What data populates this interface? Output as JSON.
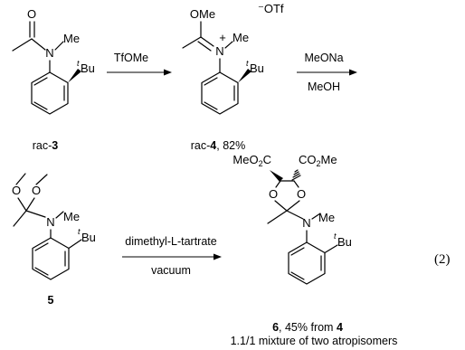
{
  "step1": {
    "reagent": "TfOMe"
  },
  "step2": {
    "reagent_top": "MeONa",
    "reagent_bottom": "MeOH"
  },
  "step3": {
    "reagent_top": "dimethyl-L-tartrate",
    "reagent_bottom": "vacuum"
  },
  "compound3": {
    "prefix": "rac-",
    "number": "3"
  },
  "compound4": {
    "prefix": "rac-",
    "number": "4",
    "yield": ", 82%"
  },
  "compound5": {
    "number": "5"
  },
  "compound6": {
    "number": "6",
    "yield": ", 45% from ",
    "from_number": "4",
    "note": "1.1/1 mixture of two atropisomers"
  },
  "atoms": {
    "O": "O",
    "N": "N",
    "Me": "Me",
    "OMe": "OMe",
    "tBu_prefix": "t",
    "tBu": "Bu",
    "charge_plus": "+",
    "counterion": "⁻OTf",
    "ester_left_a": "MeO",
    "ester_left_sub": "2",
    "ester_left_b": "C",
    "ester_right_a": "CO",
    "ester_right_sub": "2",
    "ester_right_b": "Me"
  },
  "equation_label": "(2)"
}
